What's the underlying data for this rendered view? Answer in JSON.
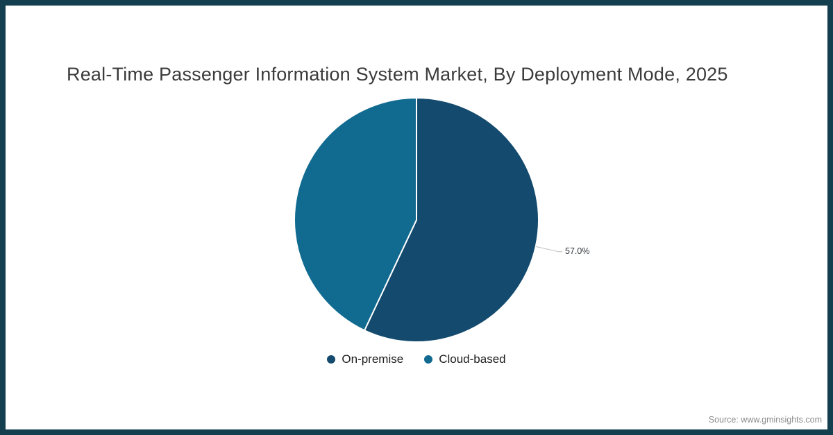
{
  "page": {
    "title": "Real-Time Passenger Information System Market, By Deployment Mode, 2025",
    "source": "Source: www.gminsights.com"
  },
  "legend": {
    "items": [
      {
        "label": "On-premise",
        "color": "#134a6d"
      },
      {
        "label": "Cloud-based",
        "color": "#116b90"
      }
    ]
  },
  "chart_data": {
    "type": "pie",
    "title": "Real-Time Passenger Information System Market, By Deployment Mode, 2025",
    "slices": [
      {
        "label": "On-premise",
        "value": 57.0,
        "color": "#134a6d"
      },
      {
        "label": "Cloud-based",
        "value": 43.0,
        "color": "#116b90"
      }
    ],
    "start_angle_clockwise_from_top_deg": 0,
    "data_label": {
      "text": "57.0%",
      "slice": "On-premise"
    },
    "legend_position": "bottom",
    "slice_divider_color": "#ffffff",
    "leader_line_color": "#bdbdbd",
    "frame_color": "#143f4f"
  }
}
